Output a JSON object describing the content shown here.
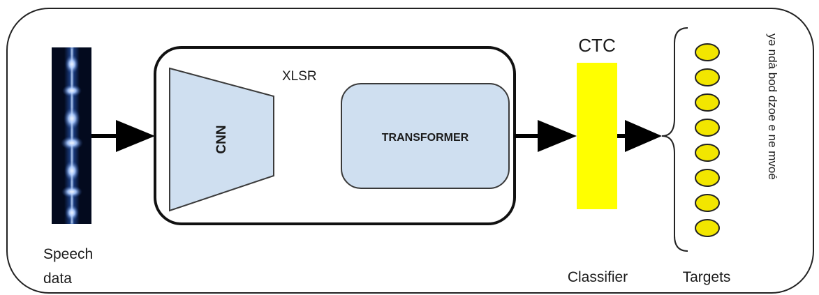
{
  "speech": {
    "label_line1": "Speech",
    "label_line2": "data"
  },
  "xlsr": {
    "label": "XLSR",
    "cnn_label": "CNN",
    "transformer_label": "TRANSFORMER"
  },
  "ctc": {
    "label": "CTC",
    "classifier_label": "Classifier"
  },
  "targets": {
    "label": "Targets",
    "count": 8,
    "vertical_text": "yə ndà bod dzoe e ne mvoé"
  },
  "colors": {
    "block_fill": "#cfdff0",
    "block_stroke": "#3a3a3a",
    "ctc_fill": "#ffff00",
    "target_fill": "#f2e600",
    "arrow": "#000000",
    "spectrogram_bg": "#030a1e",
    "spectrogram_glow": "#9ec4ff"
  }
}
